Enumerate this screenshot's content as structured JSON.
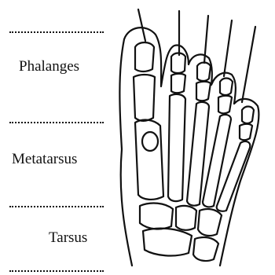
{
  "labels": {
    "phalanges": "Phalanges",
    "metatarsus": "Metatarsus",
    "tarsus": "Tarsus"
  },
  "colors": {
    "ink": "#111111",
    "background": "#ffffff"
  }
}
